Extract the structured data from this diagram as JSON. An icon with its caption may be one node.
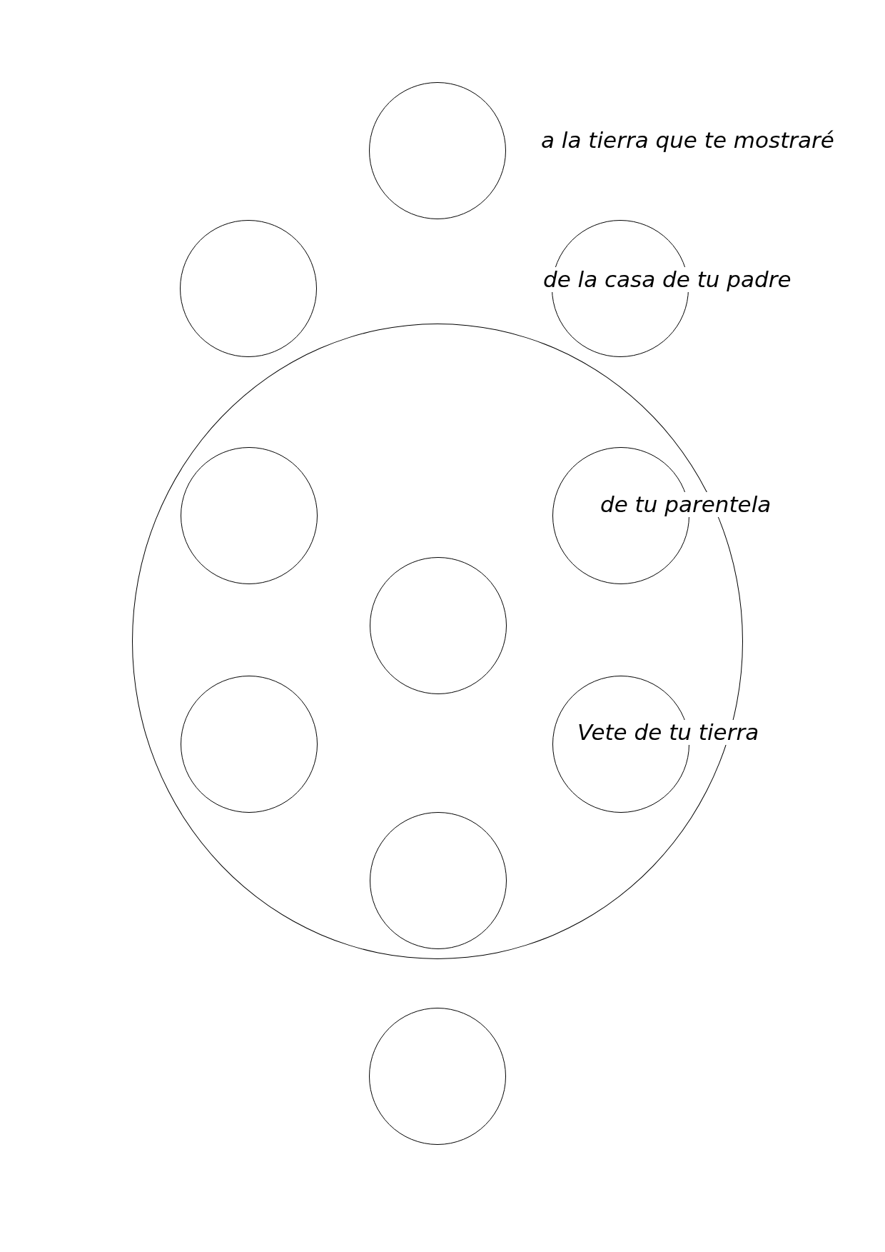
{
  "diagram": {
    "nodes": [
      {
        "text": [],
        "shape": "circle",
        "beside": [
          "a la tierra que te mostraré"
        ]
      },
      {
        "text": [],
        "shape": "circle"
      },
      {
        "text": [
          "de la casa de tu padre"
        ]
      },
      {
        "text": [],
        "shape": "circle"
      },
      {
        "text": [],
        "shape": "circle",
        "in": 3
      },
      {
        "text": [
          "de tu parentela"
        ],
        "in": 3
      },
      {
        "text": [],
        "shape": "circle",
        "in": 3
      },
      {
        "text": [],
        "shape": "circle",
        "in": 3
      },
      {
        "text": [
          "Vete de tu tierra"
        ],
        "in": 3
      },
      {
        "text": [],
        "shape": "circle",
        "in": 3
      },
      {
        "text": [],
        "shape": "circle"
      }
    ]
  }
}
